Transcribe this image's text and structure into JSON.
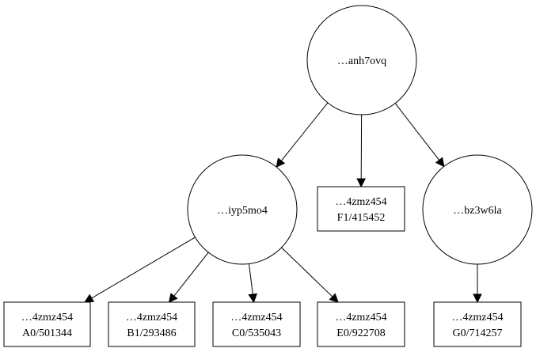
{
  "graph": {
    "nodes": [
      {
        "id": "root",
        "shape": "circle",
        "lines": [
          "…anh7ovq"
        ]
      },
      {
        "id": "n_iyp",
        "shape": "circle",
        "lines": [
          "…iyp5mo4"
        ]
      },
      {
        "id": "n_bz3",
        "shape": "circle",
        "lines": [
          "…bz3w6la"
        ]
      },
      {
        "id": "leaf_f1",
        "shape": "box",
        "lines": [
          "…4zmz454",
          "F1/415452"
        ]
      },
      {
        "id": "leaf_a0",
        "shape": "box",
        "lines": [
          "…4zmz454",
          "A0/501344"
        ]
      },
      {
        "id": "leaf_b1",
        "shape": "box",
        "lines": [
          "…4zmz454",
          "B1/293486"
        ]
      },
      {
        "id": "leaf_c0",
        "shape": "box",
        "lines": [
          "…4zmz454",
          "C0/535043"
        ]
      },
      {
        "id": "leaf_e0",
        "shape": "box",
        "lines": [
          "…4zmz454",
          "E0/922708"
        ]
      },
      {
        "id": "leaf_g0",
        "shape": "box",
        "lines": [
          "…4zmz454",
          "G0/714257"
        ]
      }
    ],
    "edges": [
      {
        "from": "root",
        "to": "n_iyp"
      },
      {
        "from": "root",
        "to": "leaf_f1"
      },
      {
        "from": "root",
        "to": "n_bz3"
      },
      {
        "from": "n_iyp",
        "to": "leaf_a0"
      },
      {
        "from": "n_iyp",
        "to": "leaf_b1"
      },
      {
        "from": "n_iyp",
        "to": "leaf_c0"
      },
      {
        "from": "n_iyp",
        "to": "leaf_e0"
      },
      {
        "from": "n_bz3",
        "to": "leaf_g0"
      }
    ]
  }
}
